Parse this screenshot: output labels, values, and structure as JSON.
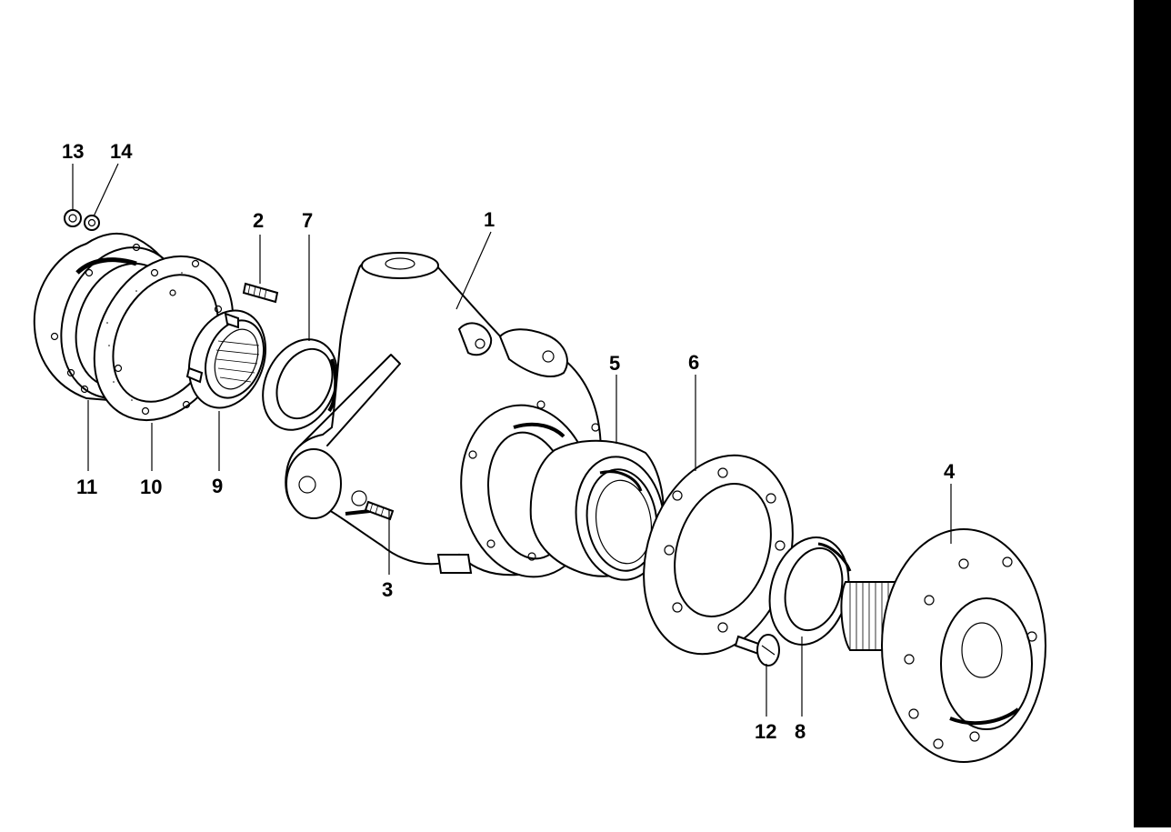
{
  "diagram": {
    "callouts": [
      {
        "id": "c13",
        "text": "13"
      },
      {
        "id": "c14",
        "text": "14"
      },
      {
        "id": "c2",
        "text": "2"
      },
      {
        "id": "c7",
        "text": "7"
      },
      {
        "id": "c1",
        "text": "1"
      },
      {
        "id": "c5",
        "text": "5"
      },
      {
        "id": "c6",
        "text": "6"
      },
      {
        "id": "c4",
        "text": "4"
      },
      {
        "id": "c11",
        "text": "11"
      },
      {
        "id": "c10",
        "text": "10"
      },
      {
        "id": "c9",
        "text": "9"
      },
      {
        "id": "c3",
        "text": "3"
      },
      {
        "id": "c12",
        "text": "12"
      },
      {
        "id": "c8",
        "text": "8"
      }
    ]
  },
  "colors": {
    "line": "#000000",
    "background": "#ffffff",
    "edge_bar": "#000000"
  }
}
